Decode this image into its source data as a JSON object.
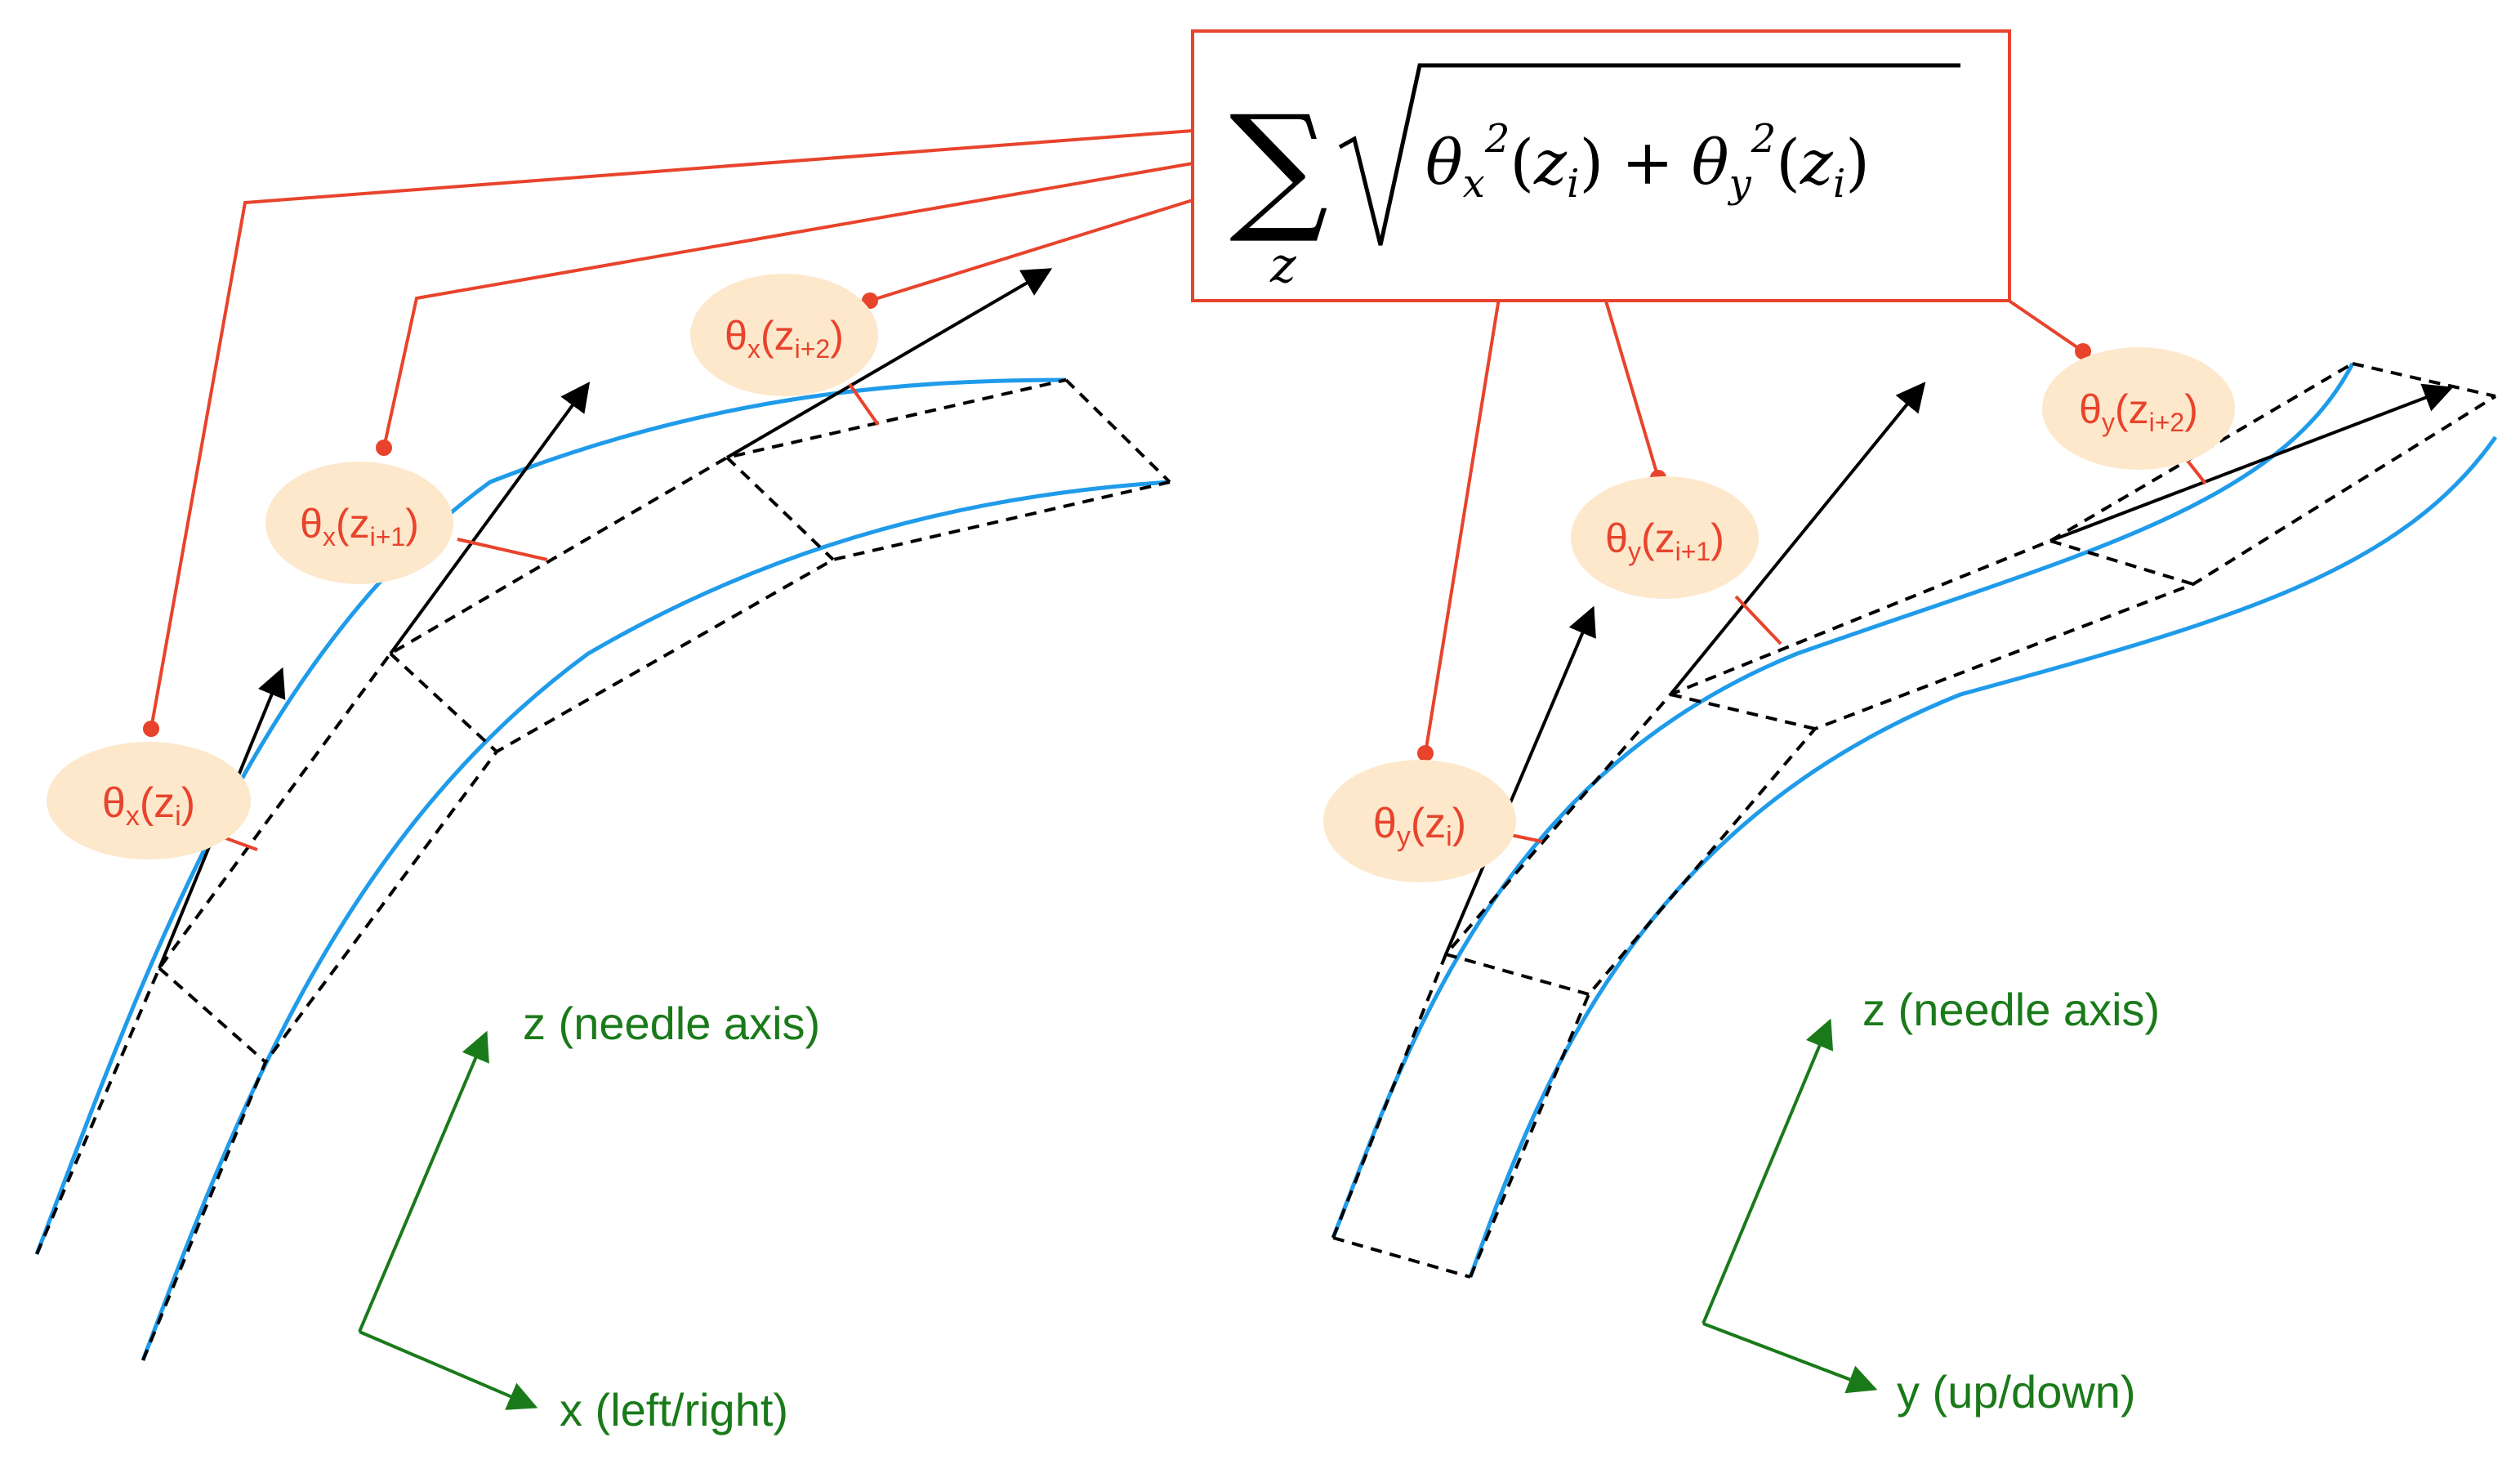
{
  "formula": {
    "sum_symbol": "∑",
    "sum_index": "z",
    "radicand": "θx²(zi) + θy²(zi)",
    "theta": "θ",
    "sub_x": "x",
    "sub_y": "y",
    "sq": "2",
    "z": "z",
    "sub_i": "i",
    "plus": "+",
    "open_paren": "(",
    "close_paren": ")"
  },
  "left_panel": {
    "theta": "θ",
    "axis": "x",
    "labels": [
      {
        "id": "theta-x-zi",
        "text": "θx(zi)",
        "subscript": "i"
      },
      {
        "id": "theta-x-zi1",
        "text": "θx(zi+1)",
        "subscript": "i+1"
      },
      {
        "id": "theta-x-zi2",
        "text": "θx(zi+2)",
        "subscript": "i+2"
      }
    ],
    "z_axis_label": "z (needle axis)",
    "horizontal_axis_label": "x (left/right)"
  },
  "right_panel": {
    "theta": "θ",
    "axis": "y",
    "labels": [
      {
        "id": "theta-y-zi",
        "text": "θy(zi)",
        "subscript": "i"
      },
      {
        "id": "theta-y-zi1",
        "text": "θy(zi+1)",
        "subscript": "i+1"
      },
      {
        "id": "theta-y-zi2",
        "text": "θy(zi+2)",
        "subscript": "i+2"
      }
    ],
    "z_axis_label": "z (needle axis)",
    "horizontal_axis_label": "y (up/down)"
  },
  "colors": {
    "needle_curve": "#1f9bea",
    "segment_outline": "#000000",
    "tangent_arrow": "#000000",
    "angle_leader": "#e8432c",
    "label_bubble_fill": "#fde8cc",
    "label_text": "#e8432c",
    "axis_green": "#1a7a1a",
    "formula_border": "#e8432c"
  }
}
